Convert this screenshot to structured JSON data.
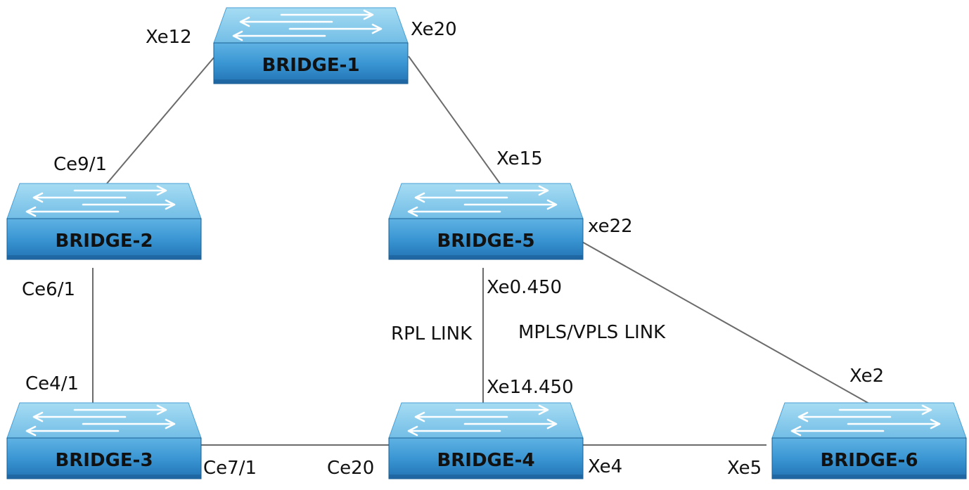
{
  "diagram": {
    "nodes": [
      {
        "id": "b1",
        "label": "BRIDGE-1"
      },
      {
        "id": "b2",
        "label": "BRIDGE-2"
      },
      {
        "id": "b3",
        "label": "BRIDGE-3"
      },
      {
        "id": "b4",
        "label": "BRIDGE-4"
      },
      {
        "id": "b5",
        "label": "BRIDGE-5"
      },
      {
        "id": "b6",
        "label": "BRIDGE-6"
      }
    ],
    "links": [
      {
        "from": "b1",
        "to": "b2",
        "from_port": "Xe12",
        "to_port": "Ce9/1"
      },
      {
        "from": "b1",
        "to": "b5",
        "from_port": "Xe20",
        "to_port": "Xe15"
      },
      {
        "from": "b2",
        "to": "b3",
        "from_port": "Ce6/1",
        "to_port": "Ce4/1"
      },
      {
        "from": "b3",
        "to": "b4",
        "from_port": "Ce7/1",
        "to_port": "Ce20"
      },
      {
        "from": "b5",
        "to": "b4",
        "from_port": "Xe0.450",
        "to_port": "Xe14.450",
        "name": "RPL LINK"
      },
      {
        "from": "b5",
        "to": "b6",
        "from_port": "xe22",
        "to_port": "Xe2",
        "name": "MPLS/VPLS LINK"
      },
      {
        "from": "b4",
        "to": "b6",
        "from_port": "Xe4",
        "to_port": "Xe5"
      }
    ]
  },
  "colors": {
    "switch_top": "#8fd0ee",
    "switch_front": "#2f8dcc",
    "switch_edge": "#1a5f93",
    "line": "#6b6b6b",
    "arrow": "#ffffff"
  },
  "icons": [
    "network-switch-icon"
  ]
}
